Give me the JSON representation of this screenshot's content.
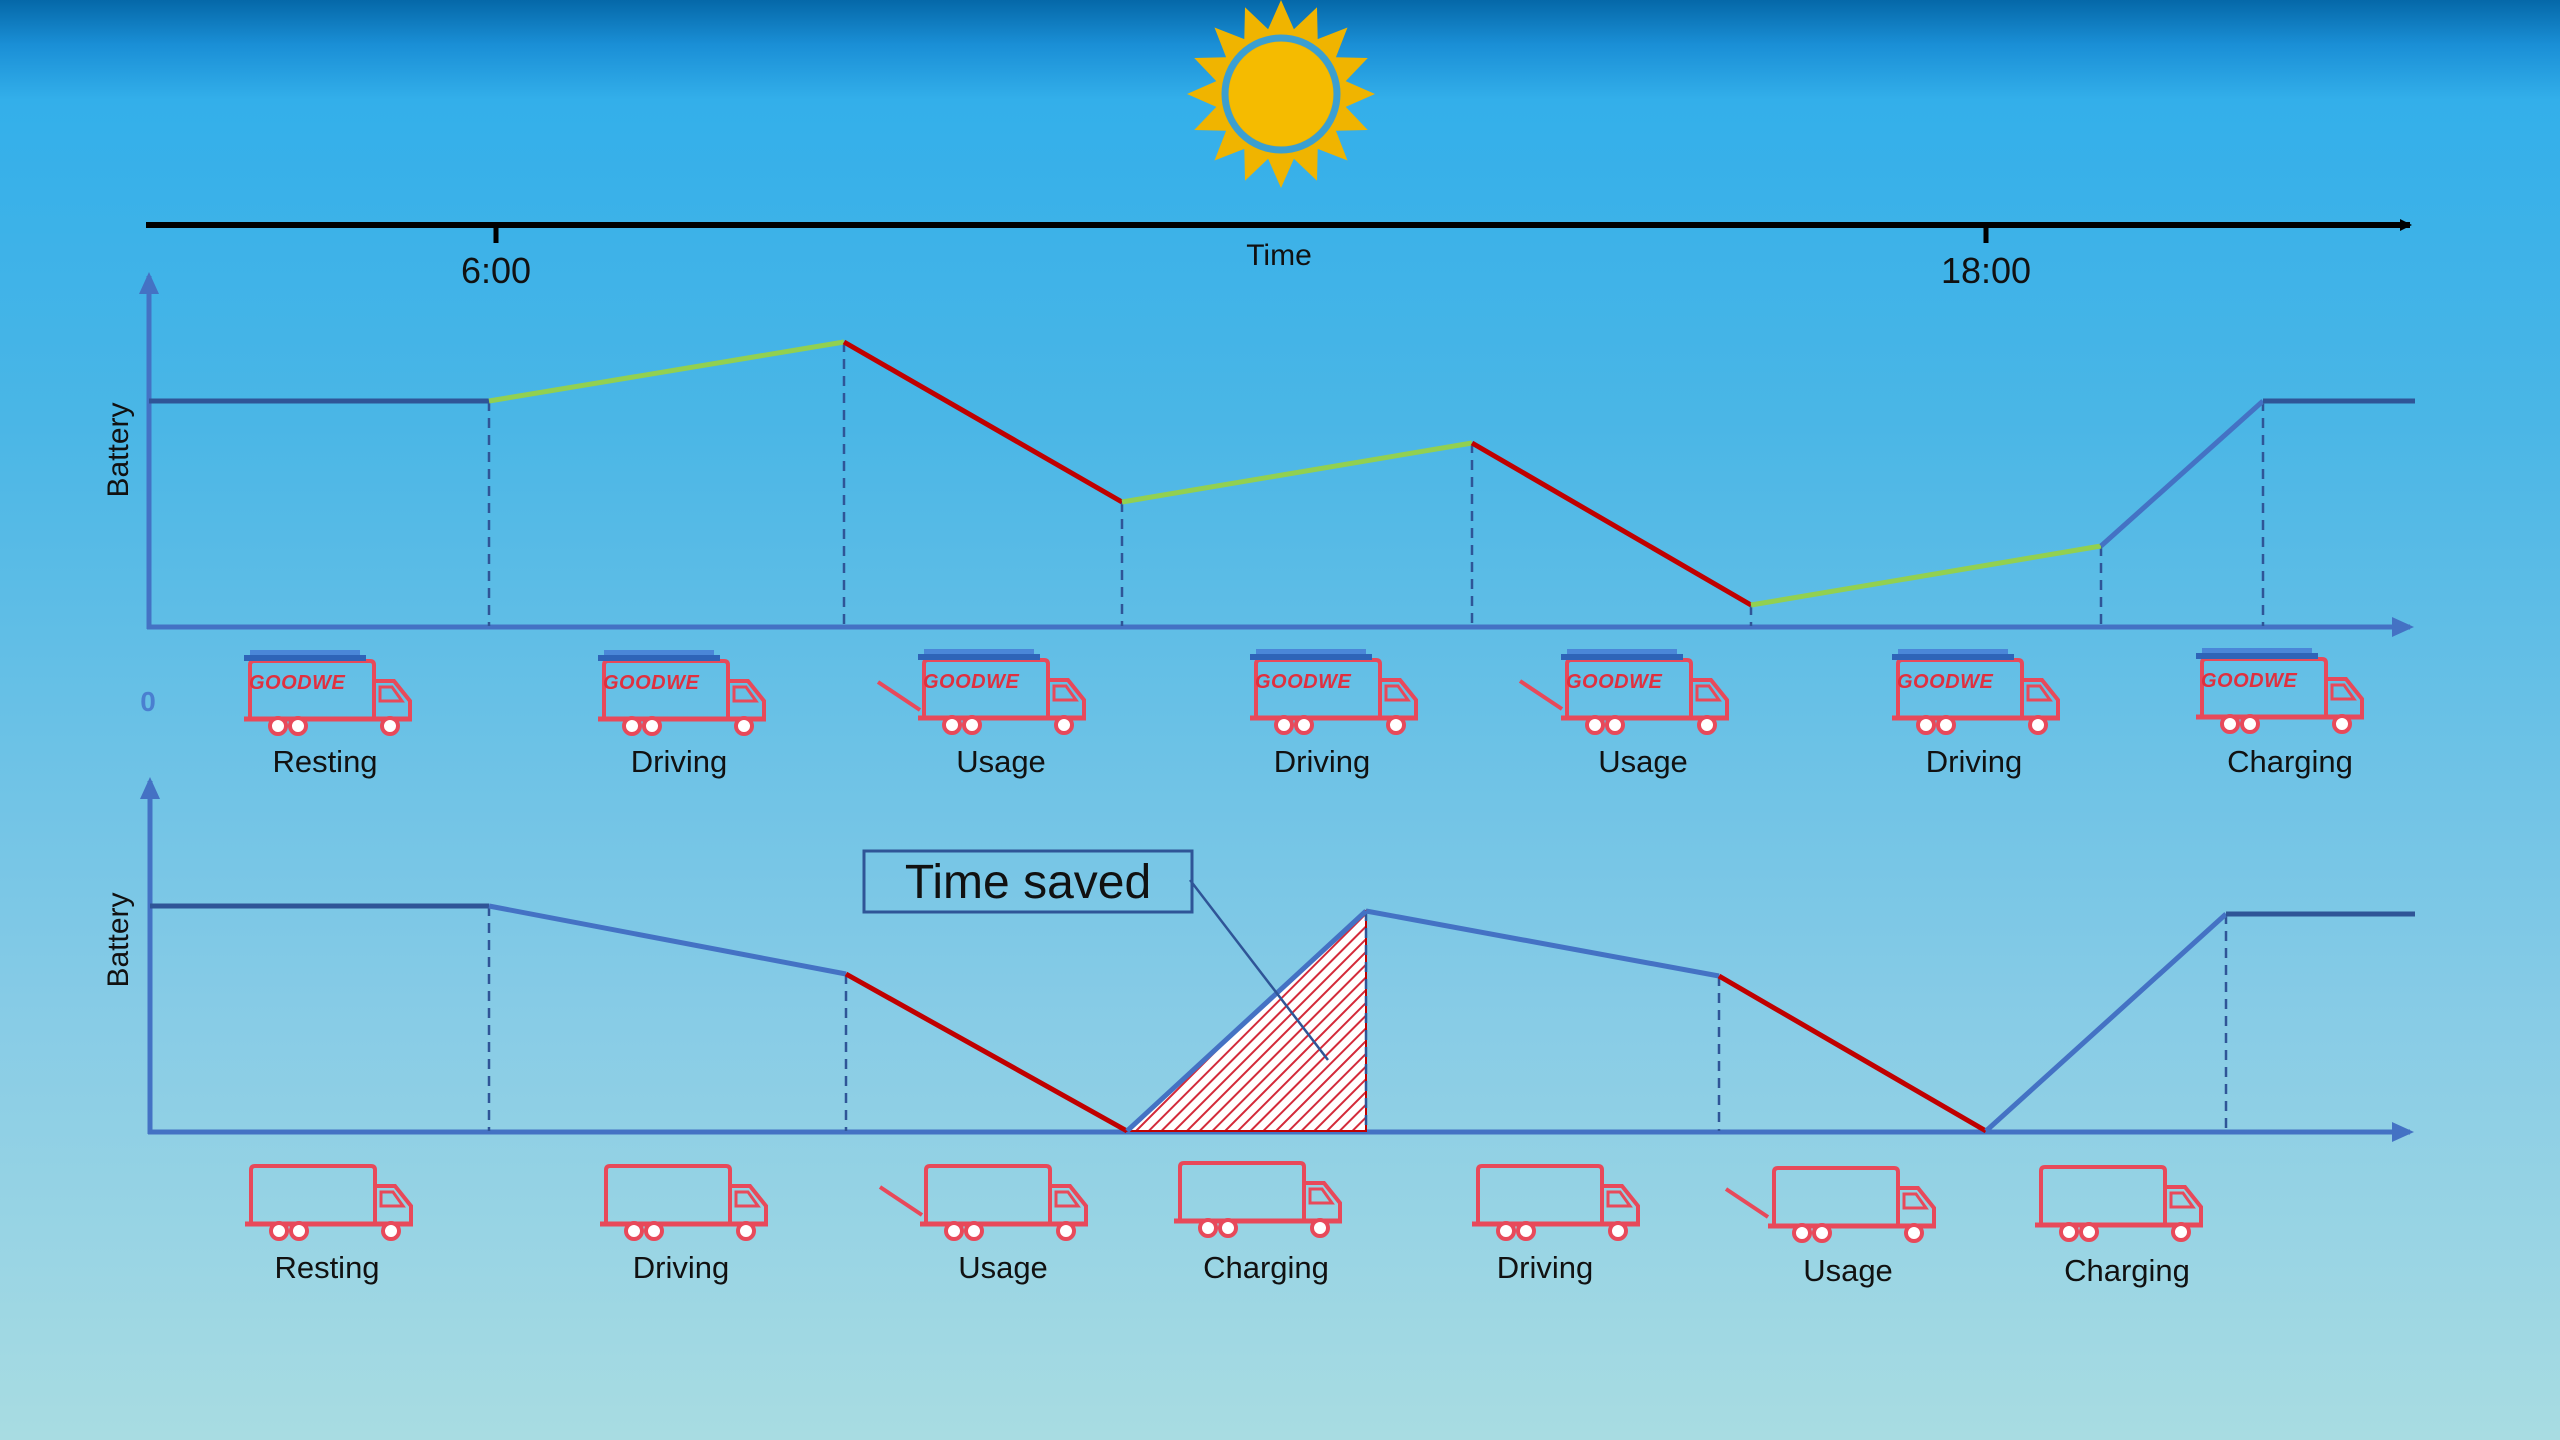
{
  "time_axis": {
    "label": "Time",
    "ticks": [
      "6:00",
      "18:00"
    ]
  },
  "y_axis_title": "Battery",
  "zero_label": "0",
  "brand": "GOODWE",
  "callout": "Time saved",
  "top_phases": [
    "Resting",
    "Driving",
    "Usage",
    "Driving",
    "Usage",
    "Driving",
    "Charging"
  ],
  "bottom_phases": [
    "Resting",
    "Driving",
    "Usage",
    "Charging",
    "Driving",
    "Usage",
    "Charging"
  ],
  "colors": {
    "axis": "#4472c4",
    "flat": "#2f5597",
    "solar_charge": "#92d050",
    "usage_drain": "#c00000",
    "truck": "#e8495a",
    "sun": "#f0b400",
    "sun_ring": "#3b9fd1"
  },
  "icons": [
    "sun-icon",
    "solar-truck-icon",
    "truck-icon",
    "tool-arm-icon"
  ]
}
